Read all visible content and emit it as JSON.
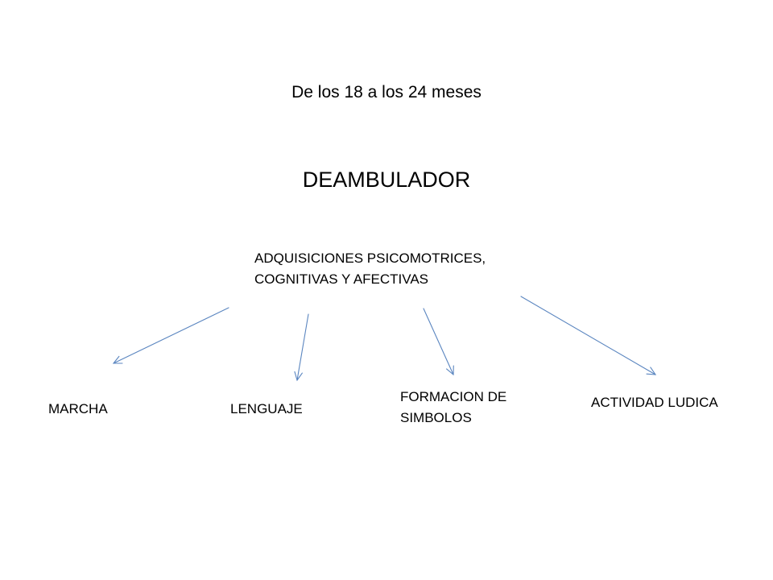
{
  "subtitle": "De los 18 a los 24 meses",
  "title": "DEAMBULADOR",
  "root": {
    "lines": [
      "ADQUISICIONES PSICOMOTRICES,",
      "COGNITIVAS Y AFECTIVAS"
    ]
  },
  "nodes": [
    {
      "id": "marcha",
      "lines": [
        "MARCHA"
      ]
    },
    {
      "id": "lenguaje",
      "lines": [
        "LENGUAJE"
      ]
    },
    {
      "id": "simbolos",
      "lines": [
        "FORMACION DE",
        "SIMBOLOS"
      ]
    },
    {
      "id": "ludica",
      "lines": [
        "ACTIVIDAD LUDICA"
      ]
    }
  ],
  "colors": {
    "arrow": "#5b86c0",
    "text": "#000000"
  }
}
